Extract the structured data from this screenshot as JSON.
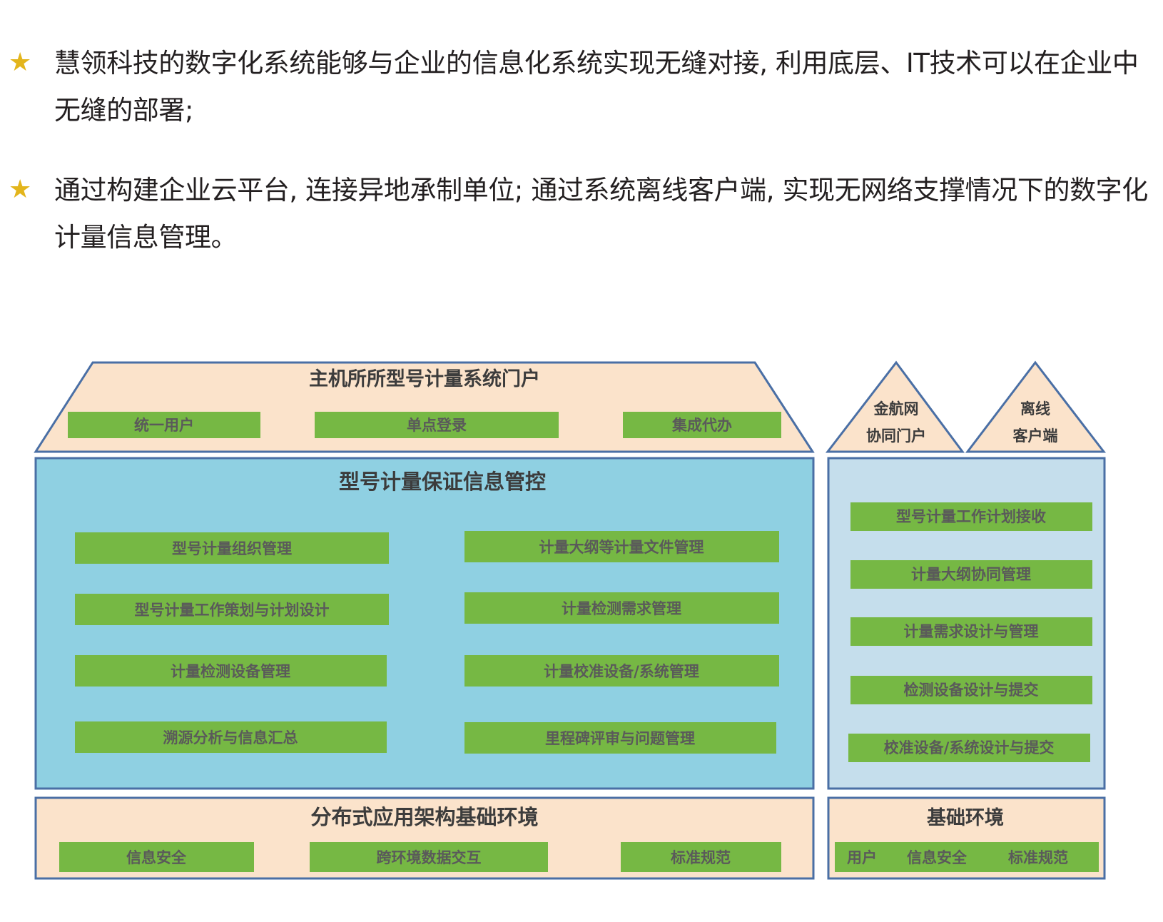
{
  "bullets": [
    {
      "icon": "star-icon",
      "text": "慧领科技的数字化系统能够与企业的信息化系统实现无缝对接, 利用底层、IT技术可以在企业中无缝的部署;"
    },
    {
      "icon": "star-icon",
      "text": "通过构建企业云平台, 连接异地承制单位; 通过系统离线客户端, 实现无网络支撑情况下的数字化计量信息管理。"
    }
  ],
  "colors": {
    "star": "#e3b51c",
    "roof_fill": "#fbe3cb",
    "main_fill": "#8fd0e2",
    "side_fill": "#c5deec",
    "bar_fill": "#76b844",
    "border": "#4a6fa5"
  },
  "diagram": {
    "portal": {
      "title": "主机所所型号计量系统门户",
      "items": [
        "统一用户",
        "单点登录",
        "集成代办"
      ]
    },
    "side_roofs": [
      {
        "lines": [
          "金航网",
          "协同门户"
        ]
      },
      {
        "lines": [
          "离线",
          "客户端"
        ]
      }
    ],
    "main": {
      "title": "型号计量保证信息管控",
      "left_items": [
        "型号计量组织管理",
        "型号计量工作策划与计划设计",
        "计量检测设备管理",
        "溯源分析与信息汇总"
      ],
      "right_items": [
        "计量大纲等计量文件管理",
        "计量检测需求管理",
        "计量校准设备/系统管理",
        "里程碑评审与问题管理"
      ]
    },
    "side": {
      "items": [
        "型号计量工作计划接收",
        "计量大纲协同管理",
        "计量需求设计与管理",
        "检测设备设计与提交",
        "校准设备/系统设计与提交"
      ]
    },
    "base": {
      "title": "分布式应用架构基础环境",
      "items": [
        "信息安全",
        "跨环境数据交互",
        "标准规范"
      ]
    },
    "side_base": {
      "title": "基础环境",
      "items": [
        "用户",
        "信息安全",
        "标准规范"
      ]
    }
  }
}
